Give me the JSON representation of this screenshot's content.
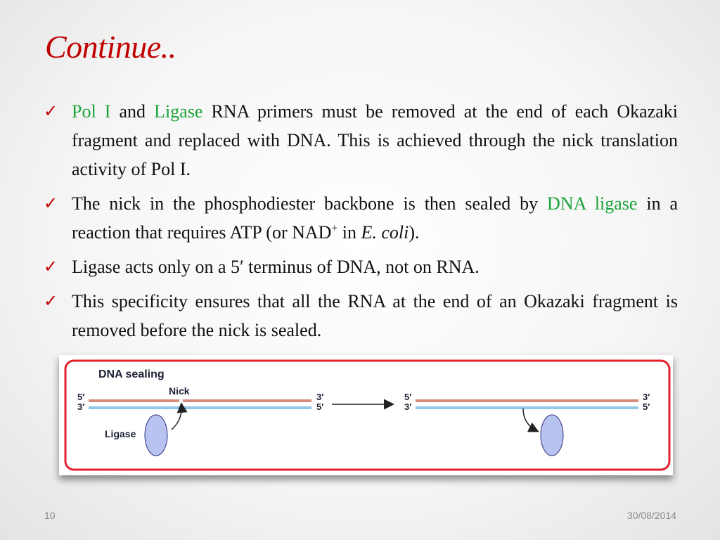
{
  "slide": {
    "title": "Continue..",
    "page_number": "10",
    "date": "30/08/2014"
  },
  "bullets": {
    "b1": {
      "pol_i": "Pol I",
      "and": " and ",
      "ligase": "Ligase",
      "rest": " RNA primers must be removed at the end of each Okazaki fragment and replaced with DNA. This is achieved through the nick translation activity of Pol I."
    },
    "b2": {
      "pre": "The nick in the phosphodiester backbone is then sealed by ",
      "dna_ligase": "DNA ligase",
      "mid": " in a reaction that requires ATP (or NAD",
      "sup": "+",
      "in": " in ",
      "ecoli": "E. coli",
      "post": ")."
    },
    "b3": {
      "text": "Ligase acts only on a 5′ terminus of DNA, not on RNA."
    },
    "b4": {
      "text": "This specificity ensures that all the RNA at the end of an Okazaki fragment is removed before the nick is sealed."
    }
  },
  "figure": {
    "heading": "DNA sealing",
    "nick_label": "Nick",
    "ligase_label": "Ligase",
    "left_5_top": "5′",
    "left_3_bottom": "3′",
    "mid_3_top": "3′",
    "mid_5_bottom": "5′",
    "right_5_top": "5′",
    "right_3_bottom": "3′",
    "end_3_top": "3′",
    "end_5_bottom": "5′",
    "colors": {
      "frame": "#e3202c",
      "top_strand": "#d58a7f",
      "bottom_strand": "#8fc6ea",
      "ligase_fill": "#b9c3f2",
      "ligase_stroke": "#2b2f7a"
    }
  }
}
